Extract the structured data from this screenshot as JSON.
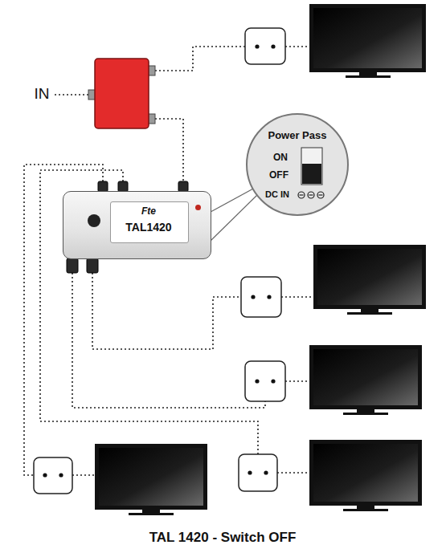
{
  "diagram": {
    "caption": "TAL 1420 - Switch OFF",
    "nodes": [
      {
        "text": [
          "Fte",
          "TAL1420"
        ]
      },
      {
        "text": [
          "Power Pass",
          "ON",
          "OFF",
          "DC IN"
        ]
      }
    ],
    "edges": [
      {
        "from": 1,
        "to": 0,
        "arrow": "none"
      }
    ],
    "labels": [
      "IN"
    ]
  }
}
